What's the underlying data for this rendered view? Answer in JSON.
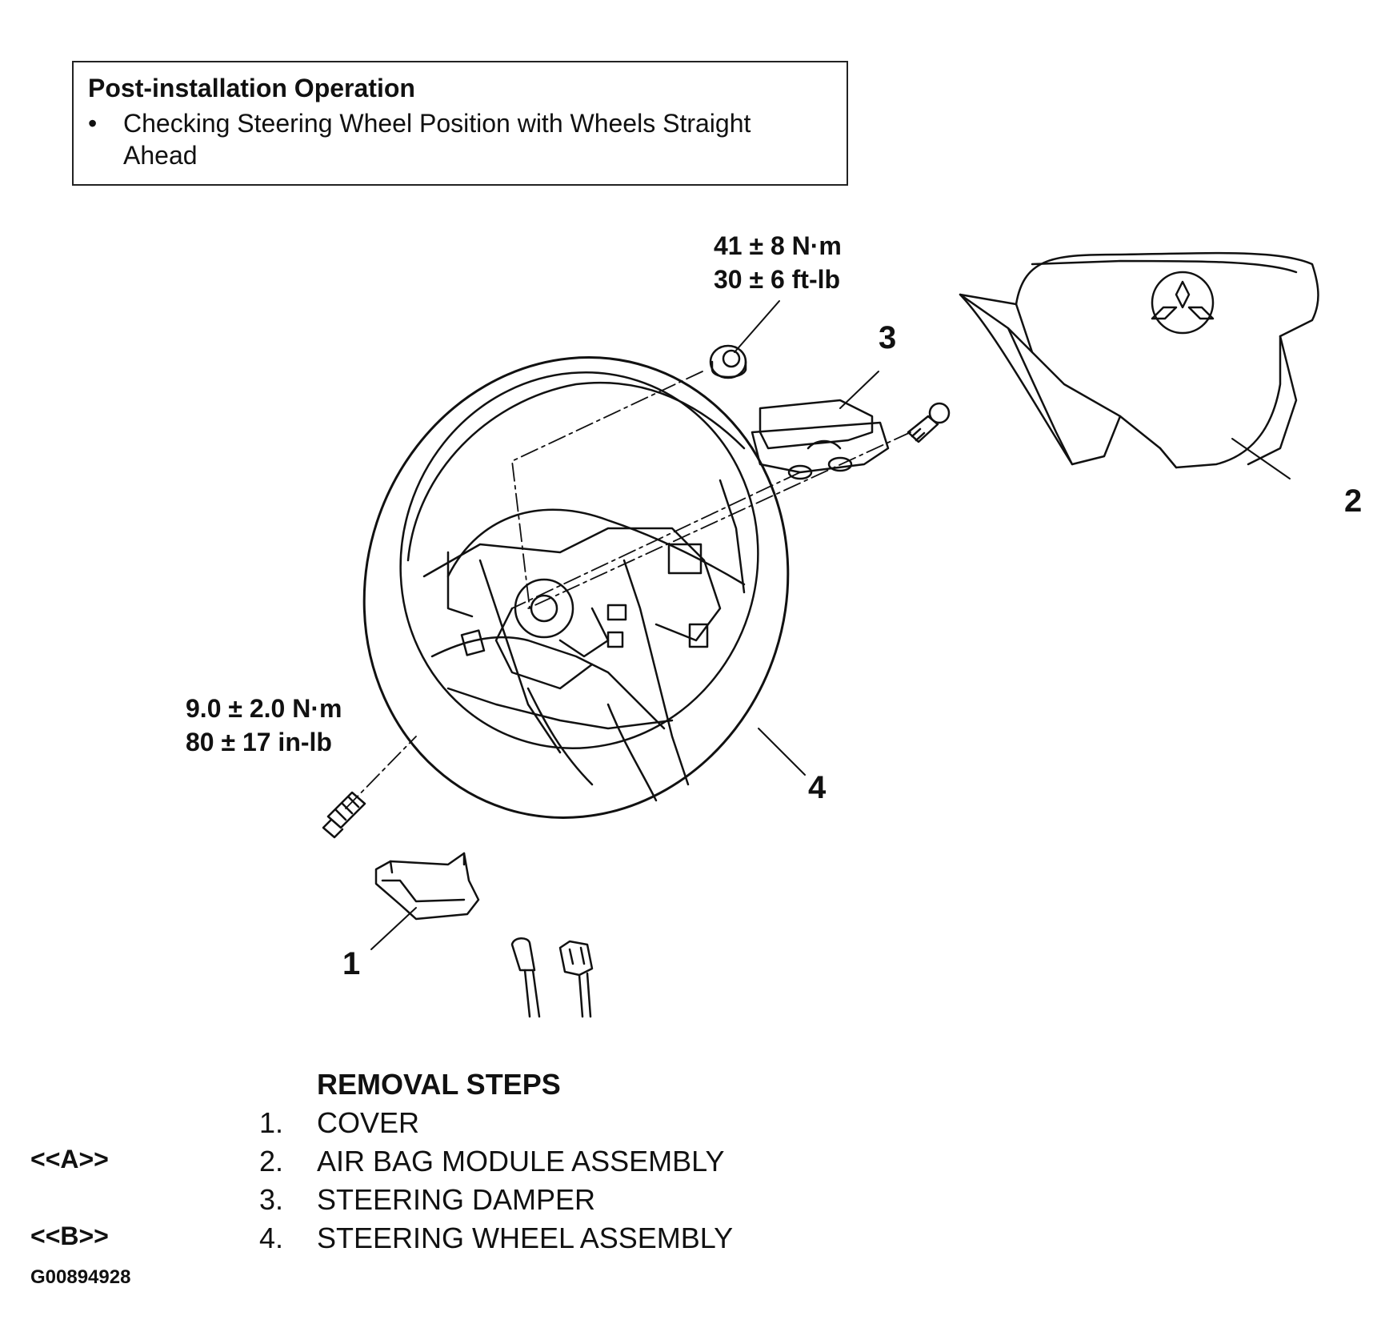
{
  "note": {
    "title": "Post-installation Operation",
    "bullet": "•",
    "item": "Checking Steering Wheel Position with Wheels Straight Ahead"
  },
  "torque_labels": {
    "nut_metric": "41 ± 8 N·m",
    "nut_imperial": "30 ± 6 ft-lb",
    "bolt_metric": "9.0 ± 2.0 N·m",
    "bolt_imperial": "80 ± 17 in-lb"
  },
  "callouts": {
    "c1": "1",
    "c2": "2",
    "c3": "3",
    "c4": "4"
  },
  "removal": {
    "title": "REMOVAL STEPS",
    "steps": [
      {
        "ref": "",
        "no": "1.",
        "text": "COVER"
      },
      {
        "ref": "<<A>>",
        "no": "2.",
        "text": "AIR BAG MODULE ASSEMBLY"
      },
      {
        "ref": "",
        "no": "3.",
        "text": "STEERING DAMPER"
      },
      {
        "ref": "<<B>>",
        "no": "4.",
        "text": "STEERING WHEEL ASSEMBLY"
      }
    ]
  },
  "figure_id": "G00894928"
}
